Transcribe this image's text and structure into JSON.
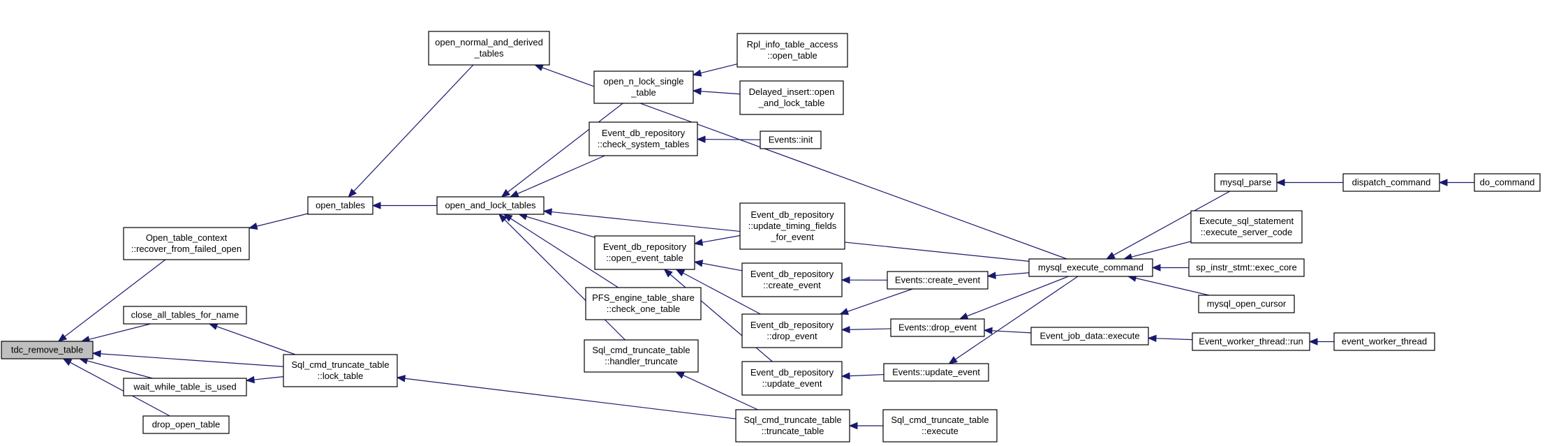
{
  "graph": {
    "arrow_color": "#191970",
    "root_fill": "#bfbfbf",
    "nodes": [
      {
        "id": "tdc_remove_table",
        "lines": [
          "tdc_remove_table"
        ],
        "root": true
      },
      {
        "id": "Open_table_context",
        "lines": [
          "Open_table_context",
          "::recover_from_failed_open"
        ]
      },
      {
        "id": "close_all_tables_for_name",
        "lines": [
          "close_all_tables_for_name"
        ]
      },
      {
        "id": "wait_while_table_is_used",
        "lines": [
          "wait_while_table_is_used"
        ]
      },
      {
        "id": "drop_open_table",
        "lines": [
          "drop_open_table"
        ]
      },
      {
        "id": "Sql_cmd_truncate_table_lock",
        "lines": [
          "Sql_cmd_truncate_table",
          "::lock_table"
        ]
      },
      {
        "id": "open_tables",
        "lines": [
          "open_tables"
        ]
      },
      {
        "id": "open_normal_and_derived_tables",
        "lines": [
          "open_normal_and_derived",
          "_tables"
        ]
      },
      {
        "id": "open_and_lock_tables",
        "lines": [
          "open_and_lock_tables"
        ]
      },
      {
        "id": "open_n_lock_single_table",
        "lines": [
          "open_n_lock_single",
          "_table"
        ]
      },
      {
        "id": "Event_db_repository_check_system_tables",
        "lines": [
          "Event_db_repository",
          "::check_system_tables"
        ]
      },
      {
        "id": "Event_db_repository_open_event_table",
        "lines": [
          "Event_db_repository",
          "::open_event_table"
        ]
      },
      {
        "id": "PFS_engine_table_share",
        "lines": [
          "PFS_engine_table_share",
          "::check_one_table"
        ]
      },
      {
        "id": "Sql_cmd_truncate_table_handler",
        "lines": [
          "Sql_cmd_truncate_table",
          "::handler_truncate"
        ]
      },
      {
        "id": "Rpl_info_table_access",
        "lines": [
          "Rpl_info_table_access",
          "::open_table"
        ]
      },
      {
        "id": "Delayed_insert",
        "lines": [
          "Delayed_insert::open",
          "_and_lock_table"
        ]
      },
      {
        "id": "Events_init",
        "lines": [
          "Events::init"
        ]
      },
      {
        "id": "Event_db_repository_update_timing",
        "lines": [
          "Event_db_repository",
          "::update_timing_fields",
          "_for_event"
        ]
      },
      {
        "id": "Event_db_repository_create_event",
        "lines": [
          "Event_db_repository",
          "::create_event"
        ]
      },
      {
        "id": "Event_db_repository_drop_event",
        "lines": [
          "Event_db_repository",
          "::drop_event"
        ]
      },
      {
        "id": "Event_db_repository_update_event",
        "lines": [
          "Event_db_repository",
          "::update_event"
        ]
      },
      {
        "id": "Sql_cmd_truncate_table_truncate",
        "lines": [
          "Sql_cmd_truncate_table",
          "::truncate_table"
        ]
      },
      {
        "id": "Events_create_event",
        "lines": [
          "Events::create_event"
        ]
      },
      {
        "id": "Events_drop_event",
        "lines": [
          "Events::drop_event"
        ]
      },
      {
        "id": "Events_update_event",
        "lines": [
          "Events::update_event"
        ]
      },
      {
        "id": "Sql_cmd_truncate_table_execute",
        "lines": [
          "Sql_cmd_truncate_table",
          "::execute"
        ]
      },
      {
        "id": "mysql_execute_command",
        "lines": [
          "mysql_execute_command"
        ]
      },
      {
        "id": "Event_job_data_execute",
        "lines": [
          "Event_job_data::execute"
        ]
      },
      {
        "id": "mysql_parse",
        "lines": [
          "mysql_parse"
        ]
      },
      {
        "id": "Execute_sql_statement",
        "lines": [
          "Execute_sql_statement",
          "::execute_server_code"
        ]
      },
      {
        "id": "sp_instr_stmt",
        "lines": [
          "sp_instr_stmt::exec_core"
        ]
      },
      {
        "id": "mysql_open_cursor",
        "lines": [
          "mysql_open_cursor"
        ]
      },
      {
        "id": "Event_worker_thread_run",
        "lines": [
          "Event_worker_thread::run"
        ]
      },
      {
        "id": "dispatch_command",
        "lines": [
          "dispatch_command"
        ]
      },
      {
        "id": "event_worker_thread",
        "lines": [
          "event_worker_thread"
        ]
      },
      {
        "id": "do_command",
        "lines": [
          "do_command"
        ]
      }
    ],
    "edges": [
      {
        "from": "Open_table_context",
        "to": "tdc_remove_table"
      },
      {
        "from": "close_all_tables_for_name",
        "to": "tdc_remove_table"
      },
      {
        "from": "Sql_cmd_truncate_table_lock",
        "to": "tdc_remove_table"
      },
      {
        "from": "wait_while_table_is_used",
        "to": "tdc_remove_table"
      },
      {
        "from": "drop_open_table",
        "to": "tdc_remove_table"
      },
      {
        "from": "open_tables",
        "to": "Open_table_context"
      },
      {
        "from": "Sql_cmd_truncate_table_lock",
        "to": "close_all_tables_for_name"
      },
      {
        "from": "Sql_cmd_truncate_table_lock",
        "to": "wait_while_table_is_used"
      },
      {
        "from": "Sql_cmd_truncate_table_truncate",
        "to": "Sql_cmd_truncate_table_lock"
      },
      {
        "from": "open_normal_and_derived_tables",
        "to": "open_tables"
      },
      {
        "from": "open_and_lock_tables",
        "to": "open_tables"
      },
      {
        "from": "mysql_execute_command",
        "to": "open_normal_and_derived_tables"
      },
      {
        "from": "open_n_lock_single_table",
        "to": "open_and_lock_tables"
      },
      {
        "from": "Event_db_repository_check_system_tables",
        "to": "open_and_lock_tables"
      },
      {
        "from": "mysql_execute_command",
        "to": "open_and_lock_tables"
      },
      {
        "from": "Event_db_repository_open_event_table",
        "to": "open_and_lock_tables"
      },
      {
        "from": "PFS_engine_table_share",
        "to": "open_and_lock_tables"
      },
      {
        "from": "Sql_cmd_truncate_table_handler",
        "to": "open_and_lock_tables"
      },
      {
        "from": "Rpl_info_table_access",
        "to": "open_n_lock_single_table"
      },
      {
        "from": "Delayed_insert",
        "to": "open_n_lock_single_table"
      },
      {
        "from": "Events_init",
        "to": "Event_db_repository_check_system_tables"
      },
      {
        "from": "Event_db_repository_update_timing",
        "to": "Event_db_repository_open_event_table"
      },
      {
        "from": "Event_db_repository_create_event",
        "to": "Event_db_repository_open_event_table"
      },
      {
        "from": "Event_db_repository_drop_event",
        "to": "Event_db_repository_open_event_table"
      },
      {
        "from": "Event_db_repository_update_event",
        "to": "Event_db_repository_open_event_table"
      },
      {
        "from": "Sql_cmd_truncate_table_truncate",
        "to": "Sql_cmd_truncate_table_handler"
      },
      {
        "from": "Events_create_event",
        "to": "Event_db_repository_create_event"
      },
      {
        "from": "Events_drop_event",
        "to": "Event_db_repository_drop_event"
      },
      {
        "from": "Events_create_event",
        "to": "Event_db_repository_drop_event"
      },
      {
        "from": "Events_update_event",
        "to": "Event_db_repository_update_event"
      },
      {
        "from": "Sql_cmd_truncate_table_execute",
        "to": "Sql_cmd_truncate_table_truncate"
      },
      {
        "from": "mysql_execute_command",
        "to": "Events_create_event"
      },
      {
        "from": "mysql_execute_command",
        "to": "Events_drop_event"
      },
      {
        "from": "Event_job_data_execute",
        "to": "Events_drop_event"
      },
      {
        "from": "mysql_execute_command",
        "to": "Events_update_event"
      },
      {
        "from": "mysql_parse",
        "to": "mysql_execute_command"
      },
      {
        "from": "Execute_sql_statement",
        "to": "mysql_execute_command"
      },
      {
        "from": "sp_instr_stmt",
        "to": "mysql_execute_command"
      },
      {
        "from": "mysql_open_cursor",
        "to": "mysql_execute_command"
      },
      {
        "from": "Event_worker_thread_run",
        "to": "Event_job_data_execute"
      },
      {
        "from": "dispatch_command",
        "to": "mysql_parse"
      },
      {
        "from": "event_worker_thread",
        "to": "Event_worker_thread_run"
      },
      {
        "from": "do_command",
        "to": "dispatch_command"
      }
    ]
  }
}
